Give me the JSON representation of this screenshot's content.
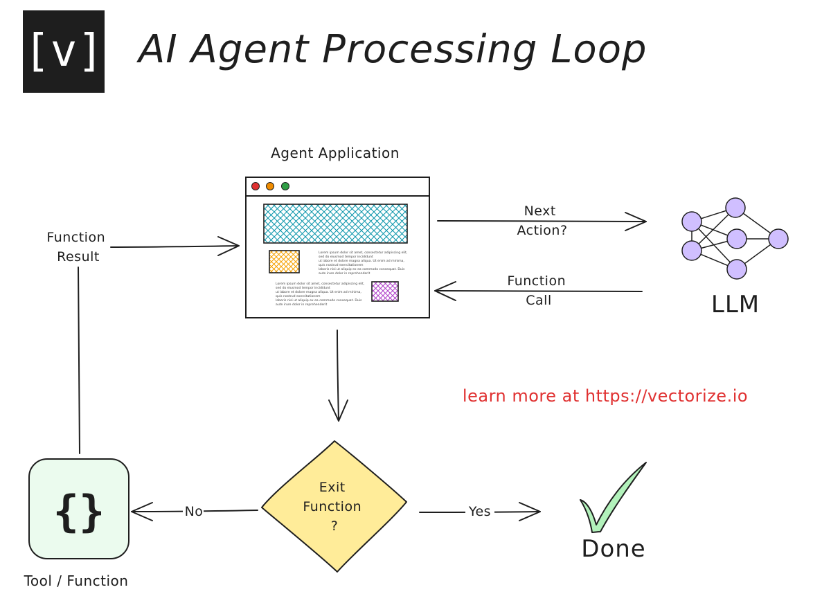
{
  "logo": {
    "text": "[v]"
  },
  "title": "AI Agent Processing Loop",
  "agent": {
    "label": "Agent Application",
    "window_dots": [
      "#e03131",
      "#f08c00",
      "#2f9e44"
    ],
    "placeholder_text_a": "Lorem ipsum dolor sit amet, consectetur adipiscing elit, sed do eiusmod tempor incididunt ut labore et dolore magna aliqua. Ut enim ad minima, quis nostrud exercitationem laboris nisi ut aliquip ex ea commodo consequat. Duis aute irure dolor in reprehenderit",
    "placeholder_text_b": "Lorem ipsum dolor sit amet, consectetur adipiscing elit, sed do eiusmod tempor incididunt ut labore et dolore magna aliqua. Ut enim ad minima, quis nostrud exercitationem laboris nisi ut aliquip ex ea commodo consequat. Duis aute irure dolor in reprehenderit",
    "hatch_colors": {
      "banner": "#1098ad",
      "box_left": "#f59f00",
      "box_right": "#ae3ec9"
    }
  },
  "edges": {
    "next_action": [
      "Next",
      "Action?"
    ],
    "function_call": [
      "Function",
      "Call"
    ],
    "function_result": [
      "Function",
      "Result"
    ],
    "no": "No",
    "yes": "Yes"
  },
  "llm": {
    "label": "LLM",
    "node_color": "#d0bfff"
  },
  "decision": {
    "lines": [
      "Exit",
      "Function",
      "?"
    ],
    "fill": "#ffec99"
  },
  "tool": {
    "icon_text": "{}",
    "label": "Tool / Function",
    "fill": "#ebfbee"
  },
  "done": {
    "label": "Done",
    "check_color": "#b2f2bb"
  },
  "link": {
    "text": "learn more at https://vectorize.io",
    "color": "#e03131"
  }
}
